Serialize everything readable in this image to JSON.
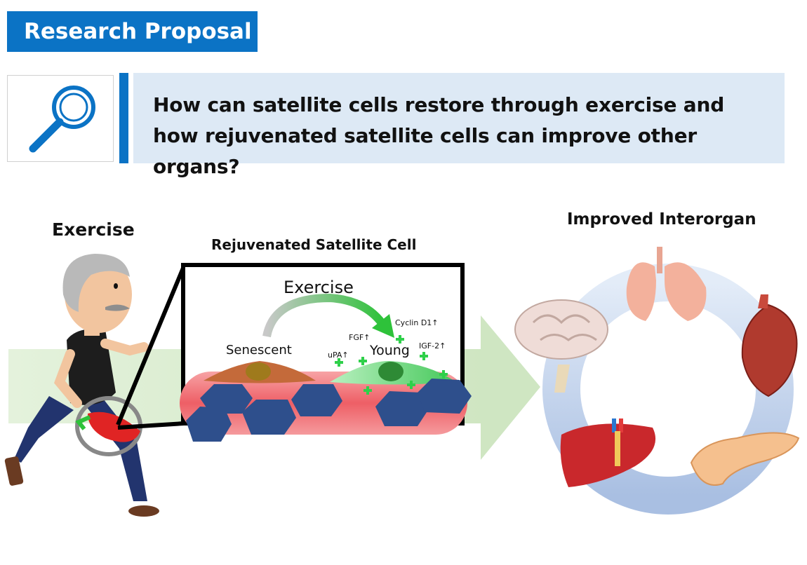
{
  "header": {
    "title": "Research Proposal"
  },
  "question": "How can satellite cells restore through exercise and how rejuvenated satellite cells can improve other organs?",
  "labels": {
    "exercise_left": "Exercise",
    "rejuvenated": "Rejuvenated Satellite Cell",
    "improved": "Improved Interorgan",
    "exercise_inner": "Exercise",
    "senescent": "Senescent",
    "young": "Young",
    "cyclin": "Cyclin D1↑",
    "fgf": "FGF↑",
    "igf": "IGF-2↑",
    "upa": "uPA↑"
  },
  "icons": [
    "magnifier-icon",
    "runner-figure",
    "brain-icon",
    "lungs-icon",
    "heart-icon",
    "liver-icon",
    "pancreas-icon"
  ],
  "colors": {
    "accent": "#0b73c5",
    "question_bg": "#dde9f5",
    "muscle": "#f07b7f",
    "nucleus": "#2e4f8c",
    "ring": "#b7c9e8",
    "arrow": "#d6eccd",
    "plus": "#2fd04a"
  }
}
